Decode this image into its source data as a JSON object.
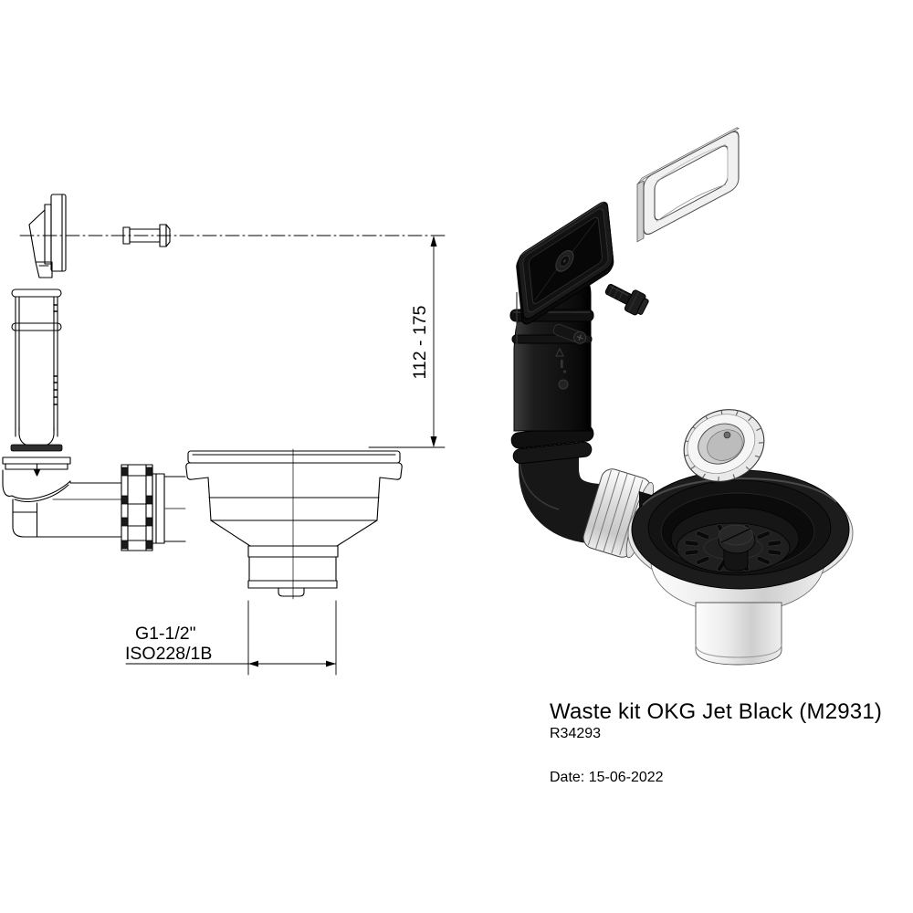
{
  "product": {
    "title": "Waste kit OKG Jet Black (M2931)",
    "article_code": "R34293",
    "date": "Date: 15-06-2022"
  },
  "dimensions": {
    "installed_height_mm": "112 - 175",
    "outlet_thread": "G1-1/2\"",
    "outlet_thread_standard": "ISO228/1B"
  },
  "colors": {
    "drawing_line": "#000000",
    "product_black": "#1a1a1a",
    "product_chrome": "#ededed",
    "background": "#ffffff"
  }
}
